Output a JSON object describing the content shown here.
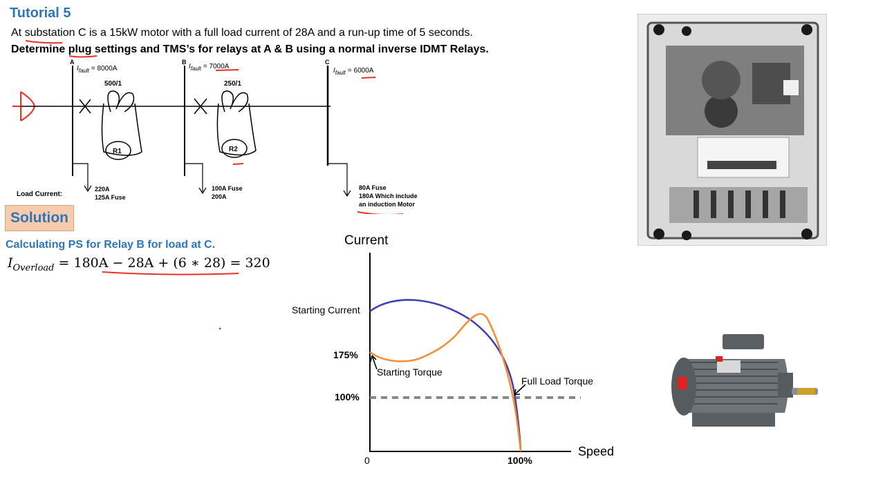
{
  "slide": {
    "title": "Tutorial 5",
    "statement_1": "At substation C is a 15kW motor with a full load current of 28A and a run-up time of 5 seconds.",
    "statement_2": "Determine plug settings and TMS’s for relays at A & B using a normal inverse IDMT Relays.",
    "solution_label": "Solution",
    "calc_heading": "Calculating PS for Relay B for load at C.",
    "equation": {
      "lhs_symbol": "I",
      "lhs_subscript": "Overload",
      "rhs": "= 180A − 28A + (6 ∗ 28) = 320"
    }
  },
  "network_diagram": {
    "bus_labels": [
      "A",
      "B",
      "C"
    ],
    "fault_levels": [
      "I_fault = 8000A",
      "I_fault = 7000A",
      "I_fault = 6000A"
    ],
    "fault_symbol": "I",
    "fault_subscript": "fault",
    "fault_values": [
      "= 8000A",
      "= 7000A",
      "= 6000A"
    ],
    "ct_ratios": [
      "500/1",
      "250/1"
    ],
    "relays": [
      "R1",
      "R2"
    ],
    "load_current_label": "Load Current:",
    "loads": [
      [
        "220A",
        "125A Fuse"
      ],
      [
        "100A Fuse",
        "200A"
      ],
      [
        "80A Fuse",
        "180A Which include",
        "an induction Motor"
      ]
    ]
  },
  "motor_chart": {
    "y_axis_label": "Current",
    "x_axis_label": "Speed",
    "starting_current_label": "Starting Current",
    "pct_175": "175%",
    "pct_100": "100%",
    "starting_torque_label": "Starting Torque",
    "full_load_torque_label": "Full Load Torque",
    "origin_label": "0",
    "x_100": "100%",
    "colors": {
      "current_curve": "#4040b0",
      "torque_curve": "#f0913a",
      "dashed": "#888888"
    }
  },
  "chart_data": {
    "type": "line",
    "title": "",
    "xlabel": "Speed",
    "ylabel": "Current",
    "x_ticks": [
      "0",
      "100%"
    ],
    "y_ticks": [
      "100%",
      "175%"
    ],
    "series": []
  },
  "colors": {
    "accent": "#2e75b6",
    "ink_red": "#e8302a",
    "solution_bg": "#f8cbad"
  }
}
